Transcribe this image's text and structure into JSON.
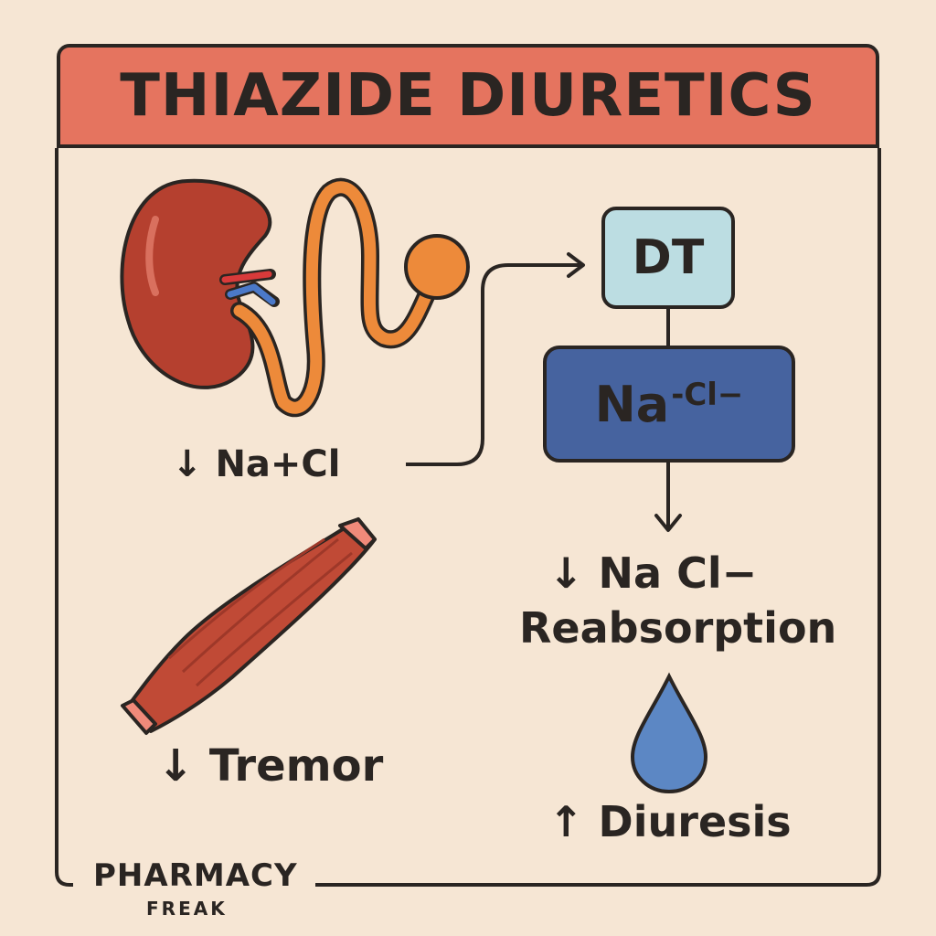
{
  "title": "THIAZIDE DIURETICS",
  "boxes": {
    "dt": "DT",
    "na": "Na",
    "cl": "-Cl−"
  },
  "labels": {
    "nacl": "↓ Na+Cl",
    "tremor": "↓ Tremor",
    "reabsorption_line1": "↓ Na Cl−",
    "reabsorption_line2": "Reabsorption",
    "diuresis": "↑ Diuresis"
  },
  "brand": {
    "line1": "PHARMACY",
    "line2": "FREAK"
  },
  "colors": {
    "background": "#f6e6d4",
    "title_bar": "#e5745f",
    "dt_box": "#bcdde2",
    "na_box": "#46639f",
    "kidney": "#b5402f",
    "tubule": "#ed8a3a",
    "muscle": "#c04a36",
    "droplet": "#5c87c4",
    "outline": "#2a2522"
  },
  "icons": [
    "kidney-icon",
    "muscle-icon",
    "droplet-icon"
  ]
}
